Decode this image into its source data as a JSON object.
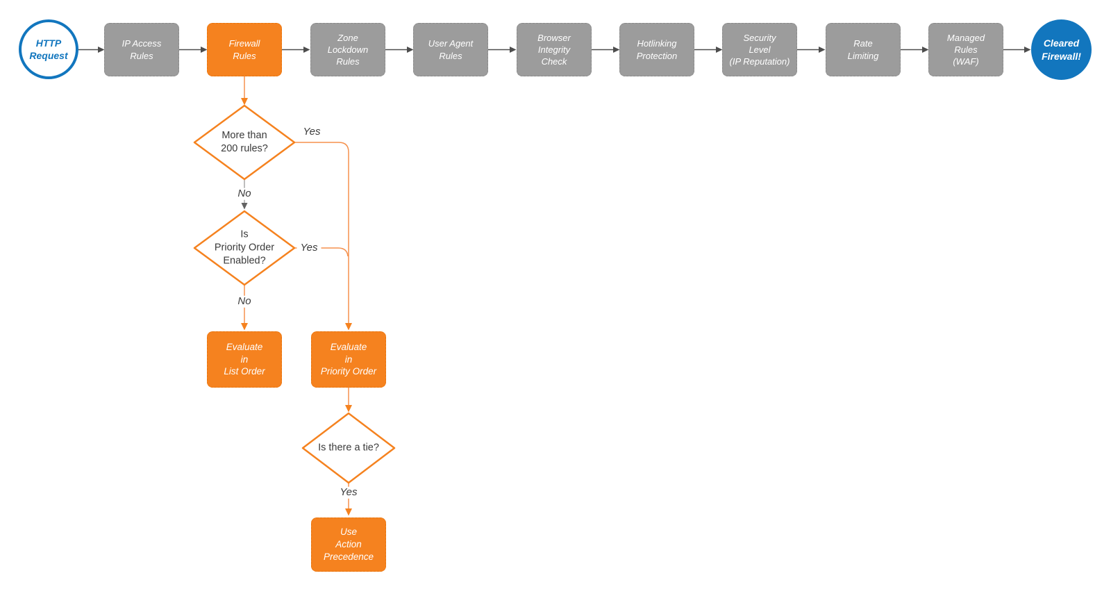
{
  "diagram_type": "flowchart",
  "colors": {
    "accent_orange": "#f5821f",
    "stage_gray": "#9c9c9c",
    "brand_blue": "#1276be",
    "arrow_dark_gray": "#4d4d4d",
    "arrow_light_gray": "#a8a8a8",
    "connector_orange": "#f5914d",
    "text_dark": "#3a3a3a",
    "background": "#ffffff"
  },
  "pipeline": {
    "start": {
      "label": "HTTP\nRequest"
    },
    "stages": [
      {
        "id": "ip-access-rules",
        "label": "IP Access\nRules",
        "highlighted": false
      },
      {
        "id": "firewall-rules",
        "label": "Firewall\nRules",
        "highlighted": true
      },
      {
        "id": "zone-lockdown-rules",
        "label": "Zone\nLockdown\nRules",
        "highlighted": false
      },
      {
        "id": "user-agent-rules",
        "label": "User Agent\nRules",
        "highlighted": false
      },
      {
        "id": "browser-integrity-check",
        "label": "Browser\nIntegrity\nCheck",
        "highlighted": false
      },
      {
        "id": "hotlinking-protection",
        "label": "Hotlinking\nProtection",
        "highlighted": false
      },
      {
        "id": "security-level",
        "label": "Security\nLevel\n(IP Reputation)",
        "highlighted": false
      },
      {
        "id": "rate-limiting",
        "label": "Rate\nLimiting",
        "highlighted": false
      },
      {
        "id": "managed-rules-waf",
        "label": "Managed\nRules\n(WAF)",
        "highlighted": false
      }
    ],
    "end": {
      "label": "Cleared\nFirewall!"
    }
  },
  "decisions": {
    "more_than_200": {
      "question": "More than\n200 rules?",
      "yes": "Yes",
      "no": "No"
    },
    "priority_enabled": {
      "question": "Is\nPriority Order\nEnabled?",
      "yes": "Yes",
      "no": "No"
    },
    "tie": {
      "question": "Is there a tie?",
      "yes": "Yes"
    }
  },
  "processes": {
    "evaluate_list_order": {
      "label": "Evaluate\nin\nList Order"
    },
    "evaluate_priority_order": {
      "label": "Evaluate\nin\nPriority Order"
    },
    "use_action_precedence": {
      "label": "Use\nAction\nPrecedence"
    }
  }
}
